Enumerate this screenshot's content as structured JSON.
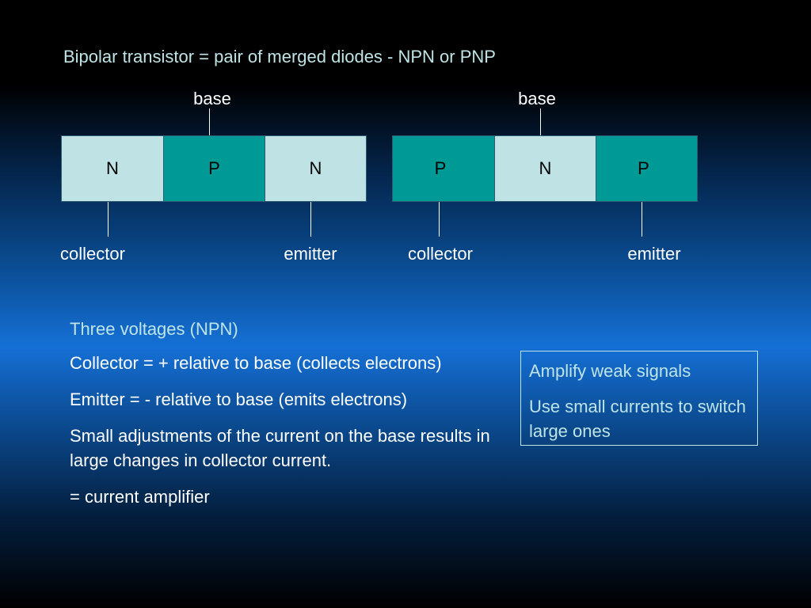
{
  "title": "Bipolar transistor = pair of merged diodes  - NPN or PNP",
  "npn": {
    "segments": [
      "N",
      "P",
      "N"
    ],
    "base_label": "base",
    "collector_label": "collector",
    "emitter_label": "emitter"
  },
  "pnp": {
    "segments": [
      "P",
      "N",
      "P"
    ],
    "base_label": "base",
    "collector_label": "collector",
    "emitter_label": "emitter"
  },
  "notes": {
    "heading": "Three voltages (NPN)",
    "lines": [
      "Collector = + relative to base (collects electrons)",
      "Emitter = - relative to base (emits electrons)",
      "Small adjustments of the current on the base results in large changes in collector current.",
      "= current amplifier"
    ]
  },
  "callout": {
    "lines": [
      "Amplify weak signals",
      "Use small currents to switch large ones"
    ]
  },
  "colors": {
    "n_region": "#bfe3e5",
    "p_region": "#009a96",
    "accent_text": "#bfe4e6"
  }
}
